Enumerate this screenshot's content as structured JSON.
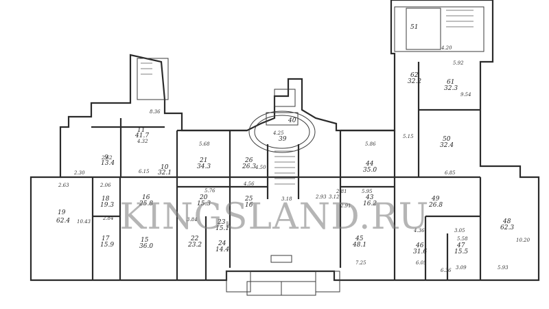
{
  "watermark": "KINGSLAND.RU",
  "rooms": [
    {
      "num": "19",
      "area": "62.4"
    },
    {
      "num": "18",
      "area": "19.3"
    },
    {
      "num": "17",
      "area": "15.9"
    },
    {
      "num": "16",
      "area": "25.8"
    },
    {
      "num": "15",
      "area": "36.0"
    },
    {
      "num": "11",
      "area": "41.7"
    },
    {
      "num": "9",
      "area": "13.4"
    },
    {
      "num": "10",
      "area": "32.1"
    },
    {
      "num": "21",
      "area": "34.3"
    },
    {
      "num": "20",
      "area": "15.3"
    },
    {
      "num": "22",
      "area": "23.2"
    },
    {
      "num": "24",
      "area": "14.4"
    },
    {
      "num": "23",
      "area": "15.1"
    },
    {
      "num": "26",
      "area": "26.3"
    },
    {
      "num": "25",
      "area": "16"
    },
    {
      "num": "39",
      "area": ""
    },
    {
      "num": "40",
      "area": ""
    },
    {
      "num": "44",
      "area": "35.0"
    },
    {
      "num": "43",
      "area": "16.2"
    },
    {
      "num": "45",
      "area": "48.1"
    },
    {
      "num": "49",
      "area": "26.8"
    },
    {
      "num": "46",
      "area": "31.6"
    },
    {
      "num": "47",
      "area": "15.5"
    },
    {
      "num": "48",
      "area": "62.3"
    },
    {
      "num": "50",
      "area": "32.4"
    },
    {
      "num": "61",
      "area": "32.3"
    },
    {
      "num": "62",
      "area": "32.2"
    },
    {
      "num": "51",
      "area": ""
    }
  ],
  "dimensions": [
    "5.92",
    "2.06",
    "4.32",
    "5.68",
    "5.86",
    "5.76",
    "4.50",
    "4.56",
    "5.95",
    "5.15",
    "6.15",
    "6.85",
    "6.36",
    "6.05",
    "3.09",
    "7.25",
    "5.93",
    "10.20",
    "10.43",
    "2.84",
    "3.12",
    "2.93",
    "4.25",
    "4.20",
    "8.36",
    "9.54",
    "5.58",
    "2.62",
    "2.81",
    "2.30",
    "3.84",
    "2.63",
    "4.36",
    "2.91",
    "3.18",
    "3.05"
  ]
}
